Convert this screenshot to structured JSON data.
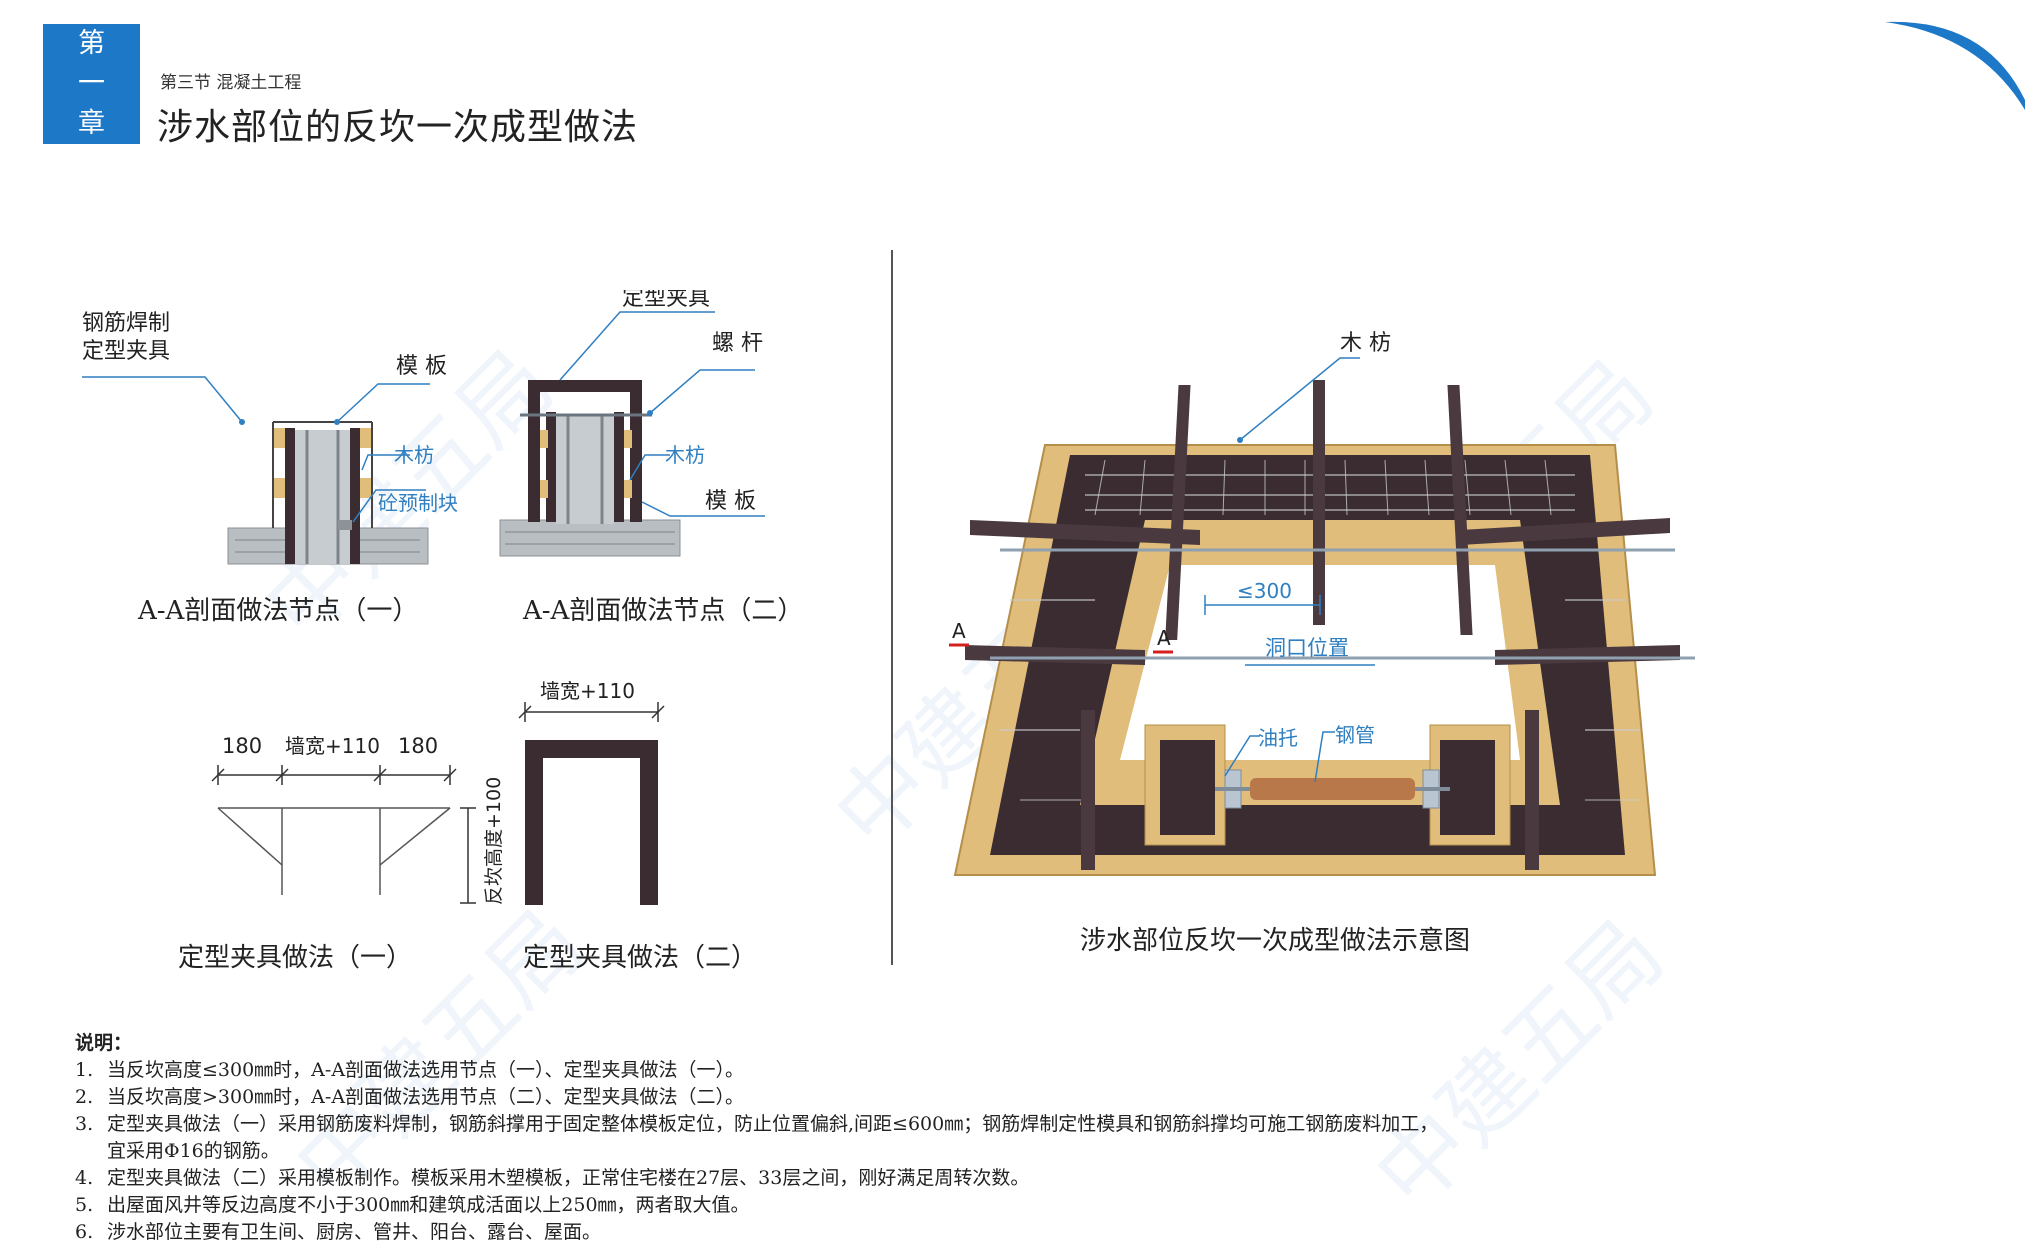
{
  "header": {
    "chapter_chars": [
      "第",
      "一",
      "章"
    ],
    "section": "第三节 混凝土工程",
    "title": "涉水部位的反坎一次成型做法"
  },
  "watermark_text": "中建五局",
  "diagram_a1": {
    "label_clamp_line1": "钢筋焊制",
    "label_clamp_line2": "定型夹具",
    "label_formwork": "模 板",
    "label_timber": "木枋",
    "label_block": "砼预制块",
    "caption": "A-A剖面做法节点（一）"
  },
  "diagram_a2": {
    "label_clamp": "定型夹具",
    "label_bolt": "螺 杆",
    "label_timber": "木枋",
    "label_formwork": "模 板",
    "caption": "A-A剖面做法节点（二）"
  },
  "diagram_b1": {
    "dim_left": "180",
    "dim_middle": "墙宽+110",
    "dim_right": "180",
    "caption": "定型夹具做法（一）"
  },
  "diagram_b2": {
    "dim_top": "墙宽+110",
    "dim_side": "反坎高度+100",
    "caption": "定型夹具做法（二）"
  },
  "diagram_3d": {
    "label_timber": "木 枋",
    "label_spacing": "≤300",
    "label_section_a1": "A",
    "label_section_a2": "A",
    "label_opening": "洞口位置",
    "label_support": "油托",
    "label_pipe": "钢管",
    "caption": "涉水部位反坎一次成型做法示意图"
  },
  "notes": {
    "header": "说明：",
    "items": [
      {
        "num": "1.",
        "text": "当反坎高度≤300㎜时，A-A剖面做法选用节点（一）、定型夹具做法（一）。"
      },
      {
        "num": "2.",
        "text": "当反坎高度>300㎜时，A-A剖面做法选用节点（二）、定型夹具做法（二）。"
      },
      {
        "num": "3.",
        "text": "定型夹具做法（一）采用钢筋废料焊制，钢筋斜撑用于固定整体模板定位，防止位置偏斜,间距≤600㎜；钢筋焊制定性模具和钢筋斜撑均可施工钢筋废料加工，\n宜采用Φ16的钢筋。"
      },
      {
        "num": "4.",
        "text": "定型夹具做法（二）采用模板制作。模板采用木塑模板，正常住宅楼在27层、33层之间，刚好满足周转次数。"
      },
      {
        "num": "5.",
        "text": "出屋面风井等反边高度不小于300㎜和建筑成活面以上250㎜，两者取大值。"
      },
      {
        "num": "6.",
        "text": "涉水部位主要有卫生间、厨房、管井、阳台、露台、屋面。"
      }
    ]
  },
  "colors": {
    "brand_blue": "#1e78c8",
    "timber": "#e0bd7a",
    "formwork": "#3a2c30",
    "concrete": "#b9bec2",
    "leader_blue": "#2f7fc1"
  }
}
